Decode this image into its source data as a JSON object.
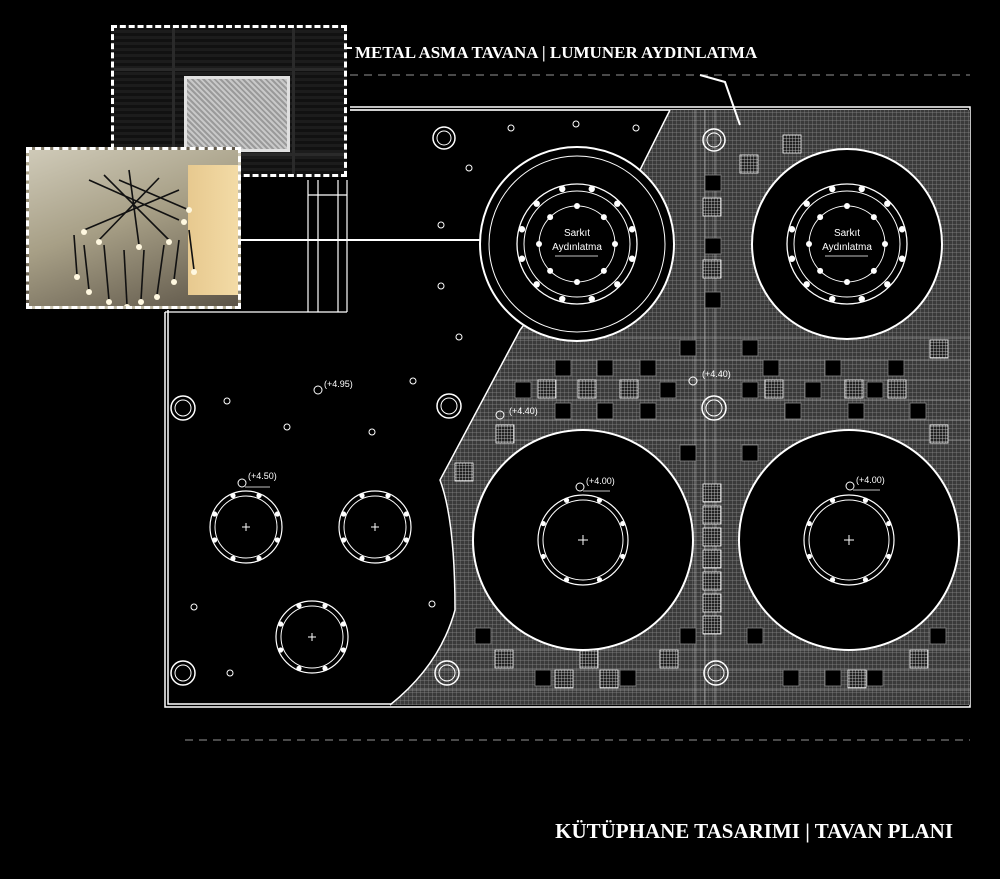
{
  "title": "KÜTÜPHANE TASARIMI | TAVAN PLANI",
  "callout": "METAL ASMA TAVANA | LUMUNER AYDINLATMA",
  "pendant_label_line1": "Sarkıt",
  "pendant_label_line2": "Aydınlatma",
  "elevations": {
    "e495": "(+4.95)",
    "e450": "(+4.50)",
    "e440_a": "(+4.40)",
    "e440_b": "(+4.40)",
    "e400_a": "(+4.00)",
    "e400_b": "(+4.00)"
  },
  "colors": {
    "background": "#000000",
    "lines": "#ffffff",
    "metal_ceiling": "#5a5a5a"
  },
  "icons": {
    "downlight": "small-circle-icon",
    "spotlight": "double-circle-icon",
    "luminaire": "square-grid-icon"
  }
}
